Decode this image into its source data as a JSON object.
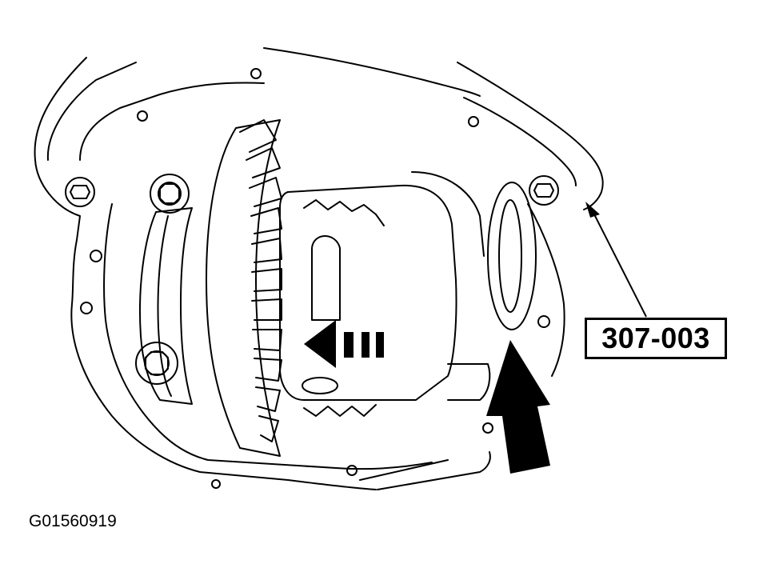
{
  "diagram": {
    "subject": "differential carrier with ring gear",
    "tool_callout": "307-003",
    "figure_id": "G01560919",
    "line_color": "#000000",
    "background_color": "#ffffff"
  }
}
